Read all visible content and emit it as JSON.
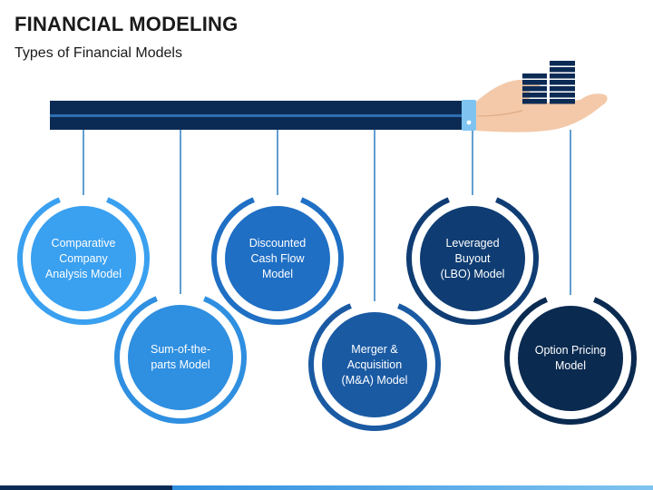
{
  "title": "FINANCIAL MODELING",
  "subtitle": "Types of Financial Models",
  "colors": {
    "bar": "#0b2b55",
    "stripe": "#2f6fb0",
    "cuff": "#7fc4f0",
    "hand": "#f3c9a9",
    "coins": "#0b2b55",
    "connector": "#2d7fc0"
  },
  "models": [
    {
      "label": "Comparative\nCompany\nAnalysis Model",
      "color": "#3aa0f0",
      "ring": "#3aa0f0"
    },
    {
      "label": "Sum-of-the-\nparts Model",
      "color": "#2f8fe0",
      "ring": "#2f8fe0"
    },
    {
      "label": "Discounted\nCash Flow\nModel",
      "color": "#1f6fc4",
      "ring": "#1f6fc4"
    },
    {
      "label": "Merger &\nAcquisition\n(M&A) Model",
      "color": "#1a5aa3",
      "ring": "#1a5aa3"
    },
    {
      "label": "Leveraged\nBuyout\n(LBO) Model",
      "color": "#0f3d73",
      "ring": "#0f3d73"
    },
    {
      "label": "Option Pricing\nModel",
      "color": "#0a2a50",
      "ring": "#0a2a50"
    }
  ],
  "icons": {
    "hand": "hand-holding-coins-icon"
  }
}
